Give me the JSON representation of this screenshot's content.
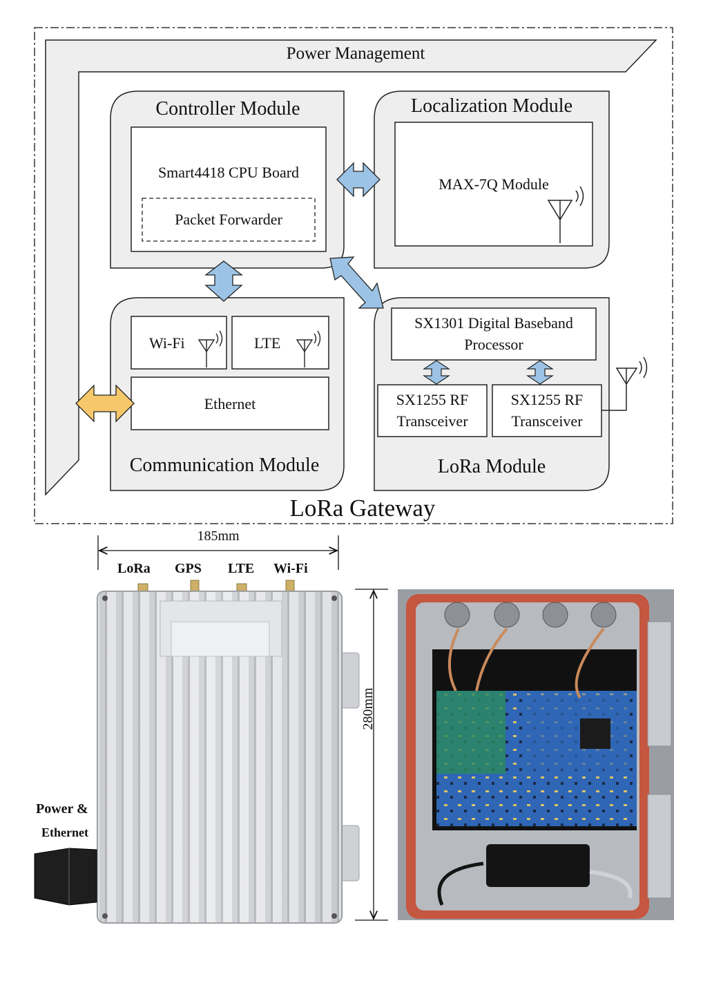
{
  "diagram": {
    "gateway_title": "LoRa Gateway",
    "power_management": "Power Management",
    "controller": {
      "title": "Controller Module",
      "cpu_board": "Smart4418 CPU Board",
      "packet_forwarder": "Packet Forwarder"
    },
    "localization": {
      "title": "Localization Module",
      "gps_module": "MAX-7Q Module"
    },
    "communication": {
      "title": "Communication Module",
      "wifi": "Wi-Fi",
      "lte": "LTE",
      "ethernet": "Ethernet"
    },
    "lora": {
      "title": "LoRa Module",
      "baseband_line1": "SX1301 Digital Baseband",
      "baseband_line2": "Processor",
      "rf1_line1": "SX1255 RF",
      "rf1_line2": "Transceiver",
      "rf2_line1": "SX1255 RF",
      "rf2_line2": "Transceiver"
    },
    "colors": {
      "module_fill": "#eeeeee",
      "arrow_blue": "#9cc3e5",
      "arrow_orange": "#f6c86b"
    }
  },
  "photos": {
    "width_dimension": "185mm",
    "height_dimension": "280mm",
    "antenna_labels": [
      "LoRa",
      "GPS",
      "LTE",
      "Wi-Fi"
    ],
    "side_label_line1": "Power &",
    "side_label_line2": "Ethernet"
  }
}
